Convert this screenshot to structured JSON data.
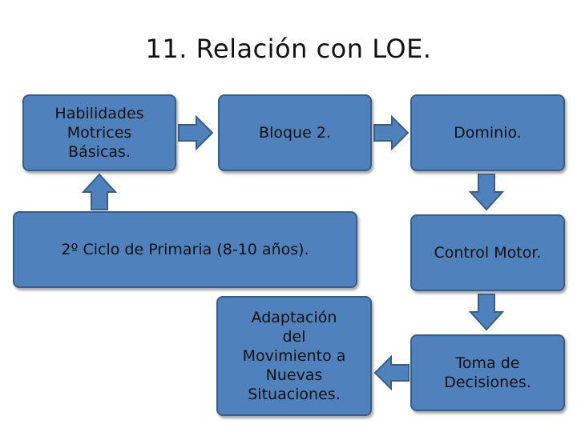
{
  "title": "11. Relación con LOE.",
  "colors": {
    "box_fill": "#4f81bd",
    "box_border": "#385d8a",
    "arrow_fill": "#4f81bd"
  },
  "nodes": [
    {
      "id": "habilidades",
      "label": "Habilidades\nMotrices\nBásicas."
    },
    {
      "id": "bloque",
      "label": "Bloque 2."
    },
    {
      "id": "dominio",
      "label": "Dominio."
    },
    {
      "id": "ciclo",
      "label": "2º Ciclo de Primaria (8-10 años)."
    },
    {
      "id": "control",
      "label": "Control Motor."
    },
    {
      "id": "adaptacion",
      "label": "Adaptación\ndel\nMovimiento a\nNuevas\nSituaciones."
    },
    {
      "id": "toma",
      "label": "Toma de\nDecisiones."
    }
  ],
  "edges": [
    {
      "from": "habilidades",
      "to": "bloque"
    },
    {
      "from": "bloque",
      "to": "dominio"
    },
    {
      "from": "dominio",
      "to": "control"
    },
    {
      "from": "control",
      "to": "toma"
    },
    {
      "from": "toma",
      "to": "adaptacion"
    },
    {
      "from": "ciclo",
      "to": "habilidades"
    }
  ]
}
